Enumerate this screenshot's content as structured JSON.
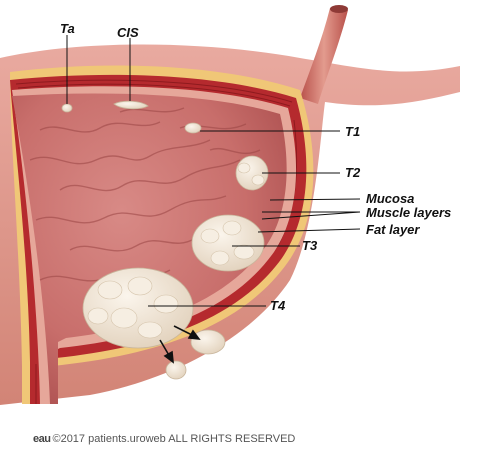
{
  "labels": {
    "ta": "Ta",
    "cis": "CIS",
    "t1": "T1",
    "t2": "T2",
    "mucosa": "Mucosa",
    "muscle_layers": "Muscle layers",
    "fat_layer": "Fat layer",
    "t3": "T3",
    "t4": "T4"
  },
  "credit": {
    "logo": "eau",
    "text": "©2017 patients.uroweb ALL RIGHTS RESERVED"
  },
  "colors": {
    "wall_outer": "#d98a7e",
    "mucosa_inner": "#c96f6a",
    "muscle": "#b52a2e",
    "fat": "#f0c777",
    "tumor": "#efe4d4"
  }
}
